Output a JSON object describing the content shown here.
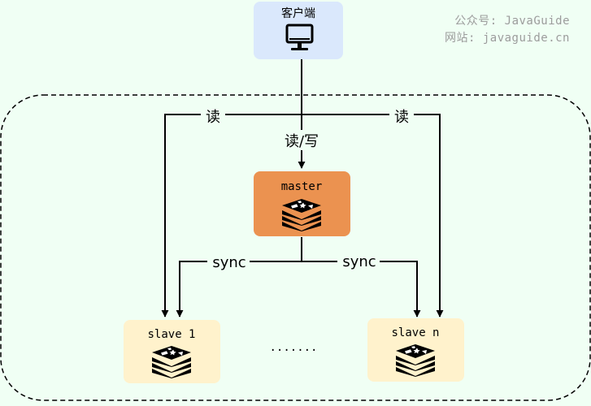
{
  "watermark": {
    "line1": "公众号: JavaGuide",
    "line2": "网站: javaguide.cn"
  },
  "client": {
    "label": "客户端",
    "icon": "monitor-icon"
  },
  "master": {
    "label": "master",
    "icon": "redis-icon"
  },
  "slaves": [
    {
      "label": "slave 1",
      "icon": "redis-icon"
    },
    {
      "label": "slave n",
      "icon": "redis-icon"
    }
  ],
  "ellipsis": ".......",
  "edges": {
    "read_left": "读",
    "read_right": "读",
    "read_write": "读/写",
    "sync_left": "sync",
    "sync_right": "sync"
  },
  "colors": {
    "client_fill": "#dae8fc",
    "master_fill": "#eb9250",
    "slave_fill": "#fff2cc",
    "background": "#f0fff4"
  }
}
